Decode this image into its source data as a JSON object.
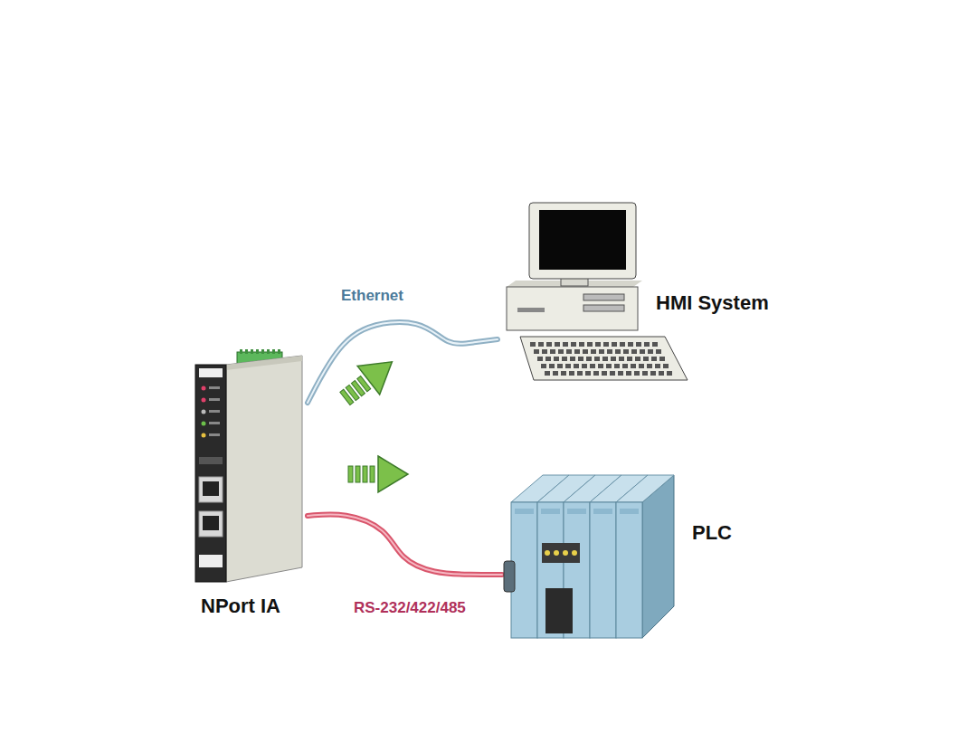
{
  "diagram": {
    "nodes": [
      {
        "text": [
          "NPort IA"
        ]
      },
      {
        "text": [
          "HMI System"
        ]
      },
      {
        "text": [
          "PLC"
        ]
      }
    ],
    "edges": [
      {
        "from": 0,
        "to": 1,
        "label": "Ethernet",
        "arrow": "none"
      },
      {
        "from": 0,
        "to": 2,
        "label": "RS-232/422/485",
        "arrow": "none"
      }
    ]
  }
}
